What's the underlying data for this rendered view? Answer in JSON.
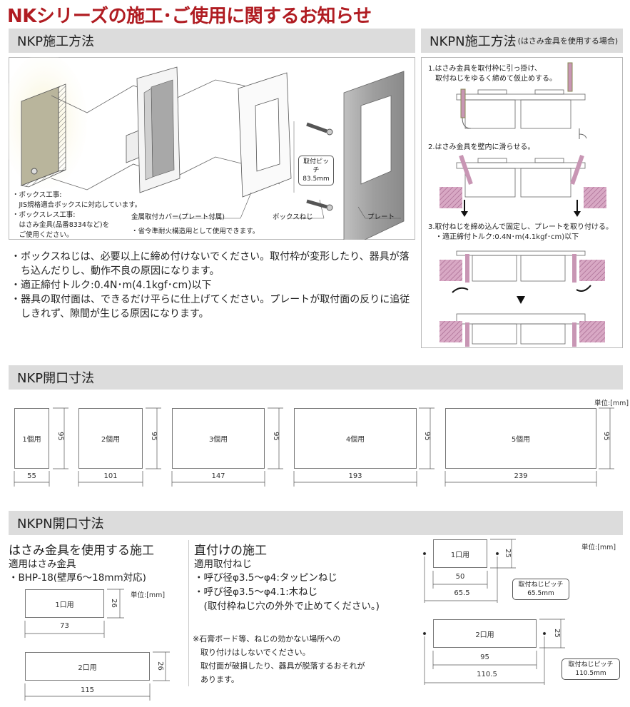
{
  "page": {
    "title": "NKシリーズの施工･ご使用に関するお知らせ",
    "accent_color": "#b01c22",
    "header_bg": "#dcdcdc"
  },
  "nkp_install": {
    "heading": "NKP施工方法",
    "notes_left": [
      "・ボックス工事:",
      "　JIS規格適合ボックスに対応しています。",
      "・ボックスレス工事:",
      "　はさみ金具(品番8334など)を",
      "　ご使用ください。"
    ],
    "callouts": {
      "cover": "金属取付カバー(プレート付属)",
      "cover_note": "・省令準耐火構造用として使用できます。",
      "box_screw": "ボックスねじ",
      "plate": "プレート",
      "pitch_line1": "取付ピッチ",
      "pitch_line2": "83.5mm"
    },
    "bullets": [
      "・ボックスねじは、必要以上に締め付けないでください。取付枠が変形したり、器具が落ち込んだりし、動作不良の原因になります。",
      "・適正締付トルク:0.4N･m(4.1kgf･cm)以下",
      "・器具の取付面は、できるだけ平らに仕上げてください。プレートが取付面の反りに追従しきれず、隙間が生じる原因になります。"
    ]
  },
  "nkpn_install": {
    "heading": "NKPN施工方法",
    "heading_sub": "(はさみ金具を使用する場合)",
    "steps": [
      {
        "line1": "1.はさみ金具を取付枠に引っ掛け、",
        "line2": "　取付ねじをゆるく締めて仮止めする。"
      },
      {
        "line1": "2.はさみ金具を壁内に滑らせる。",
        "line2": ""
      },
      {
        "line1": "3.取付ねじを締め込んで固定し、プレートを取り付ける。",
        "line2": "　・適正締付トルク:0.4N･m(4.1kgf･cm)以下"
      }
    ],
    "wall_color": "#c896b4"
  },
  "nkp_opening": {
    "heading": "NKP開口寸法",
    "unit": "単位:[mm]",
    "items": [
      {
        "label": "1個用",
        "width": "55",
        "height": "95"
      },
      {
        "label": "2個用",
        "width": "101",
        "height": "95"
      },
      {
        "label": "3個用",
        "width": "147",
        "height": "95"
      },
      {
        "label": "4個用",
        "width": "193",
        "height": "95"
      },
      {
        "label": "5個用",
        "width": "239",
        "height": "95"
      }
    ]
  },
  "nkpn_opening": {
    "heading": "NKPN開口寸法",
    "clip": {
      "title": "はさみ金具を使用する施工",
      "subtitle": "適用はさみ金具",
      "item": "・BHP-18(壁厚6〜18mm対応)",
      "unit": "単位:[mm]",
      "items": [
        {
          "label": "1口用",
          "width": "73",
          "height": "26"
        },
        {
          "label": "2口用",
          "width": "115",
          "height": "26"
        }
      ]
    },
    "direct": {
      "title": "直付けの施工",
      "subtitle": "適用取付ねじ",
      "lines": [
        "・呼び径φ3.5〜φ4:タッピンねじ",
        "・呼び径φ3.5〜φ4.1:木ねじ",
        "　(取付枠ねじ穴の外外で止めてください。)"
      ],
      "warning": [
        "※石膏ボード等、ねじの効かない場所への",
        "　取り付けはしないでください。",
        "　取付面が破損したり、器具が脱落するおそれが",
        "　あります。"
      ],
      "unit": "単位:[mm]",
      "items": [
        {
          "label": "1口用",
          "width": "50",
          "pitch": "65.5",
          "height": "25",
          "pitch_note1": "取付ねじピッチ",
          "pitch_note2": "65.5mm"
        },
        {
          "label": "2口用",
          "width": "95",
          "pitch": "110.5",
          "height": "25",
          "pitch_note1": "取付ねじピッチ",
          "pitch_note2": "110.5mm"
        }
      ]
    }
  }
}
